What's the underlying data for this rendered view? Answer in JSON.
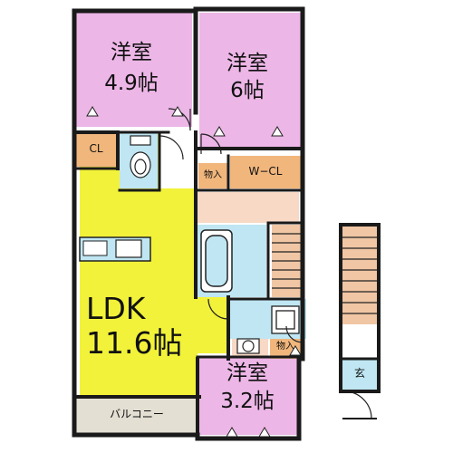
{
  "colors": {
    "bedroom": "#ecb6e6",
    "ldk": "#f2f23a",
    "closet": "#f1b67c",
    "wet": "#bfe6f2",
    "hall": "#f7d9c6",
    "wood": "#f0c6a4",
    "balcony": "#e3dfd2",
    "wall": "#1a1a1a"
  },
  "rooms": {
    "bedroom_a": {
      "name": "洋室",
      "size": "4.9帖"
    },
    "bedroom_b": {
      "name": "洋室",
      "size": "6帖"
    },
    "bedroom_c": {
      "name": "洋室",
      "size": "3.2帖"
    },
    "ldk": {
      "name": "LDK",
      "size": "11.6帖"
    },
    "closet": "CL",
    "walk_in_closet": "W−CL",
    "storage_upper": "物入",
    "storage_lower": "物入",
    "balcony": "バルコニー",
    "entrance": "玄"
  }
}
